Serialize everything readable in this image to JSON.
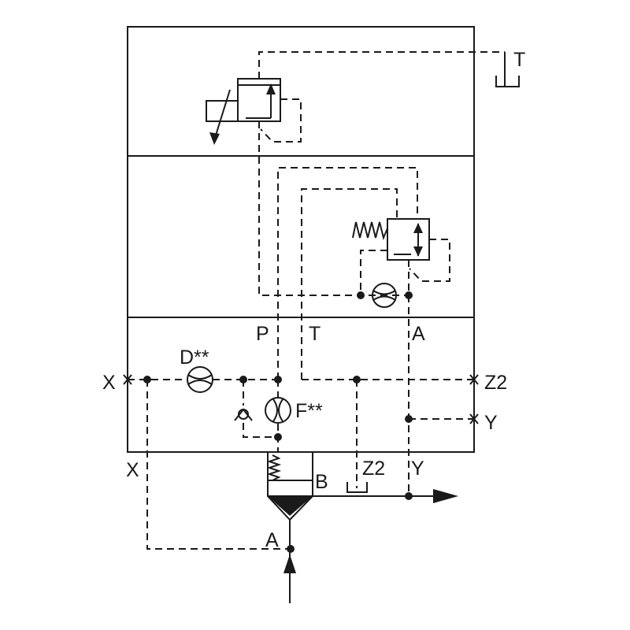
{
  "diagram": {
    "labels": {
      "tank_top": "T",
      "port_p": "P",
      "port_t": "T",
      "port_a_mid": "A",
      "orifice_d": "D**",
      "orifice_f": "F**",
      "port_x_left": "X",
      "port_z2_right": "Z2",
      "port_y_right": "Y",
      "port_x_lower": "X",
      "port_b": "B",
      "port_z2_lower": "Z2",
      "port_y_lower": "Y",
      "port_a_main": "A"
    }
  }
}
